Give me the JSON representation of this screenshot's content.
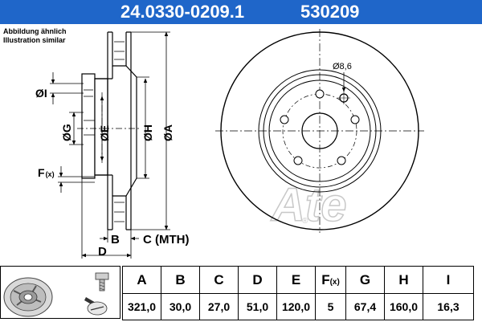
{
  "header": {
    "part_number": "24.0330-0209.1",
    "ref_number": "530209",
    "background": "#1f66c9",
    "text_color": "#ffffff"
  },
  "caption": {
    "line1": "Abbildung ähnlich",
    "line2": "Illustration similar"
  },
  "drawing": {
    "labels": {
      "dim_i": "ØI",
      "dim_g": "ØG",
      "dim_e": "ØE",
      "dim_h": "ØH",
      "dim_a": "ØA",
      "dim_f": "F",
      "dim_f_suffix": "(x)",
      "dim_b": "B",
      "dim_c": "C (MTH)",
      "dim_d": "D",
      "hole_dia": "Ø8,6"
    },
    "watermark": "Ate",
    "watermark_mark": "®"
  },
  "table": {
    "headers": [
      {
        "label": "A"
      },
      {
        "label": "B"
      },
      {
        "label": "C"
      },
      {
        "label": "D"
      },
      {
        "label": "E"
      },
      {
        "label": "F",
        "suffix": "(x)"
      },
      {
        "label": "G"
      },
      {
        "label": "H"
      },
      {
        "label": "I"
      }
    ],
    "values": [
      "321,0",
      "30,0",
      "27,0",
      "51,0",
      "120,0",
      "5",
      "67,4",
      "160,0",
      "16,3"
    ]
  },
  "thumbnail": {
    "icons": [
      "brake-disc-icon",
      "bolt-icon",
      "ate-logo-icon"
    ]
  }
}
